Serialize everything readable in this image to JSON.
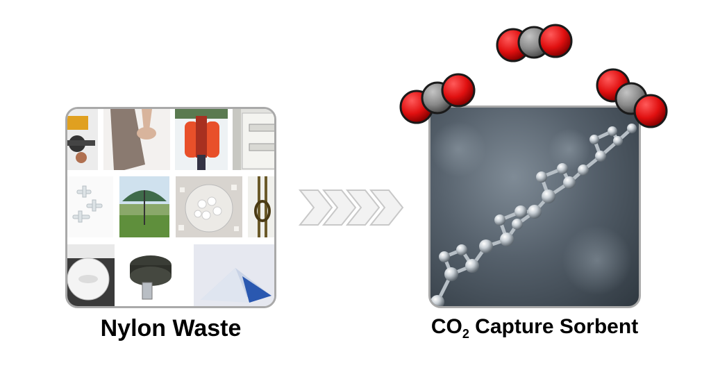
{
  "left_panel": {
    "label": "Nylon Waste",
    "items": [
      "fishing-reel-photo",
      "stockings-photo",
      "backpack-photo",
      "electrical-panel-photo",
      "plastic-clips-photo",
      "umbrella-photo",
      "nylon-pellets-photo",
      "rope-photo",
      "round-cushion-photo",
      "strap-roll-photo",
      "tent-photo"
    ]
  },
  "arrows": {
    "count": 4,
    "color": "#f2f2f2",
    "stroke": "#c8c8c8"
  },
  "right_panel": {
    "label_main": "CO",
    "label_sub": "2",
    "label_rest": " Capture Sorbent",
    "molecules": [
      "co2-molecule",
      "co2-molecule",
      "co2-molecule"
    ],
    "colors": {
      "oxygen": "#e01010",
      "carbon": "#8a8a8a"
    }
  }
}
